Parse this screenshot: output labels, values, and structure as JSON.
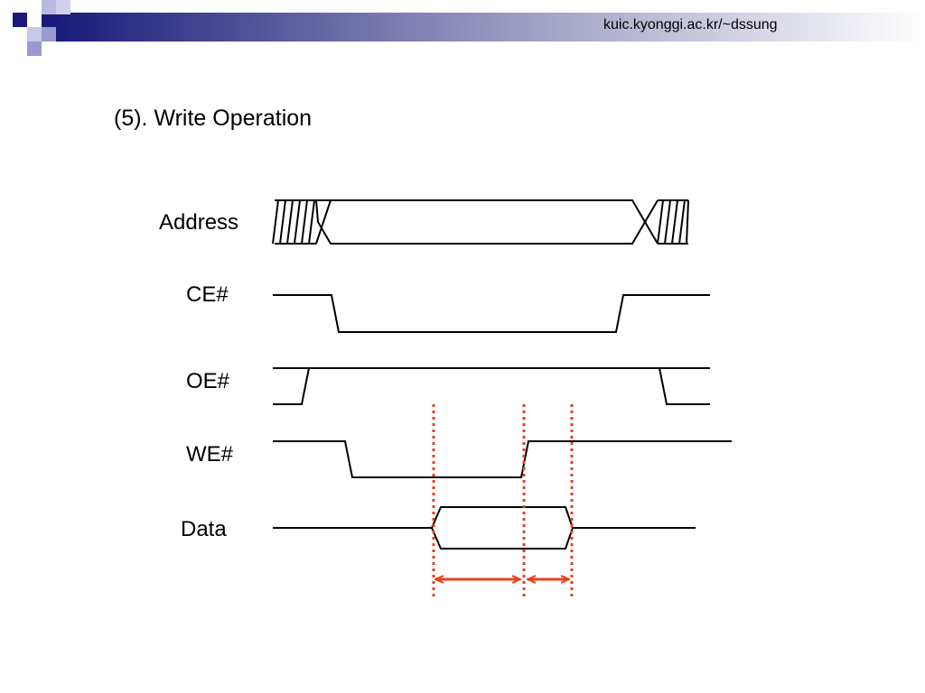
{
  "header": {
    "url": "kuic.kyonggi.ac.kr/~dssung",
    "gradient_start": "#1a1a7a",
    "gradient_end": "#ffffff",
    "square_dark": "#1a1a7a",
    "square_light": "#9a9ad0"
  },
  "slide": {
    "title": "(5). Write Operation"
  },
  "signals": [
    {
      "label": "Address"
    },
    {
      "label": "CE#"
    },
    {
      "label": "OE#"
    },
    {
      "label": "WE#"
    },
    {
      "label": "Data"
    }
  ],
  "colors": {
    "waveform": "#000000",
    "marker": "#e8401c"
  }
}
